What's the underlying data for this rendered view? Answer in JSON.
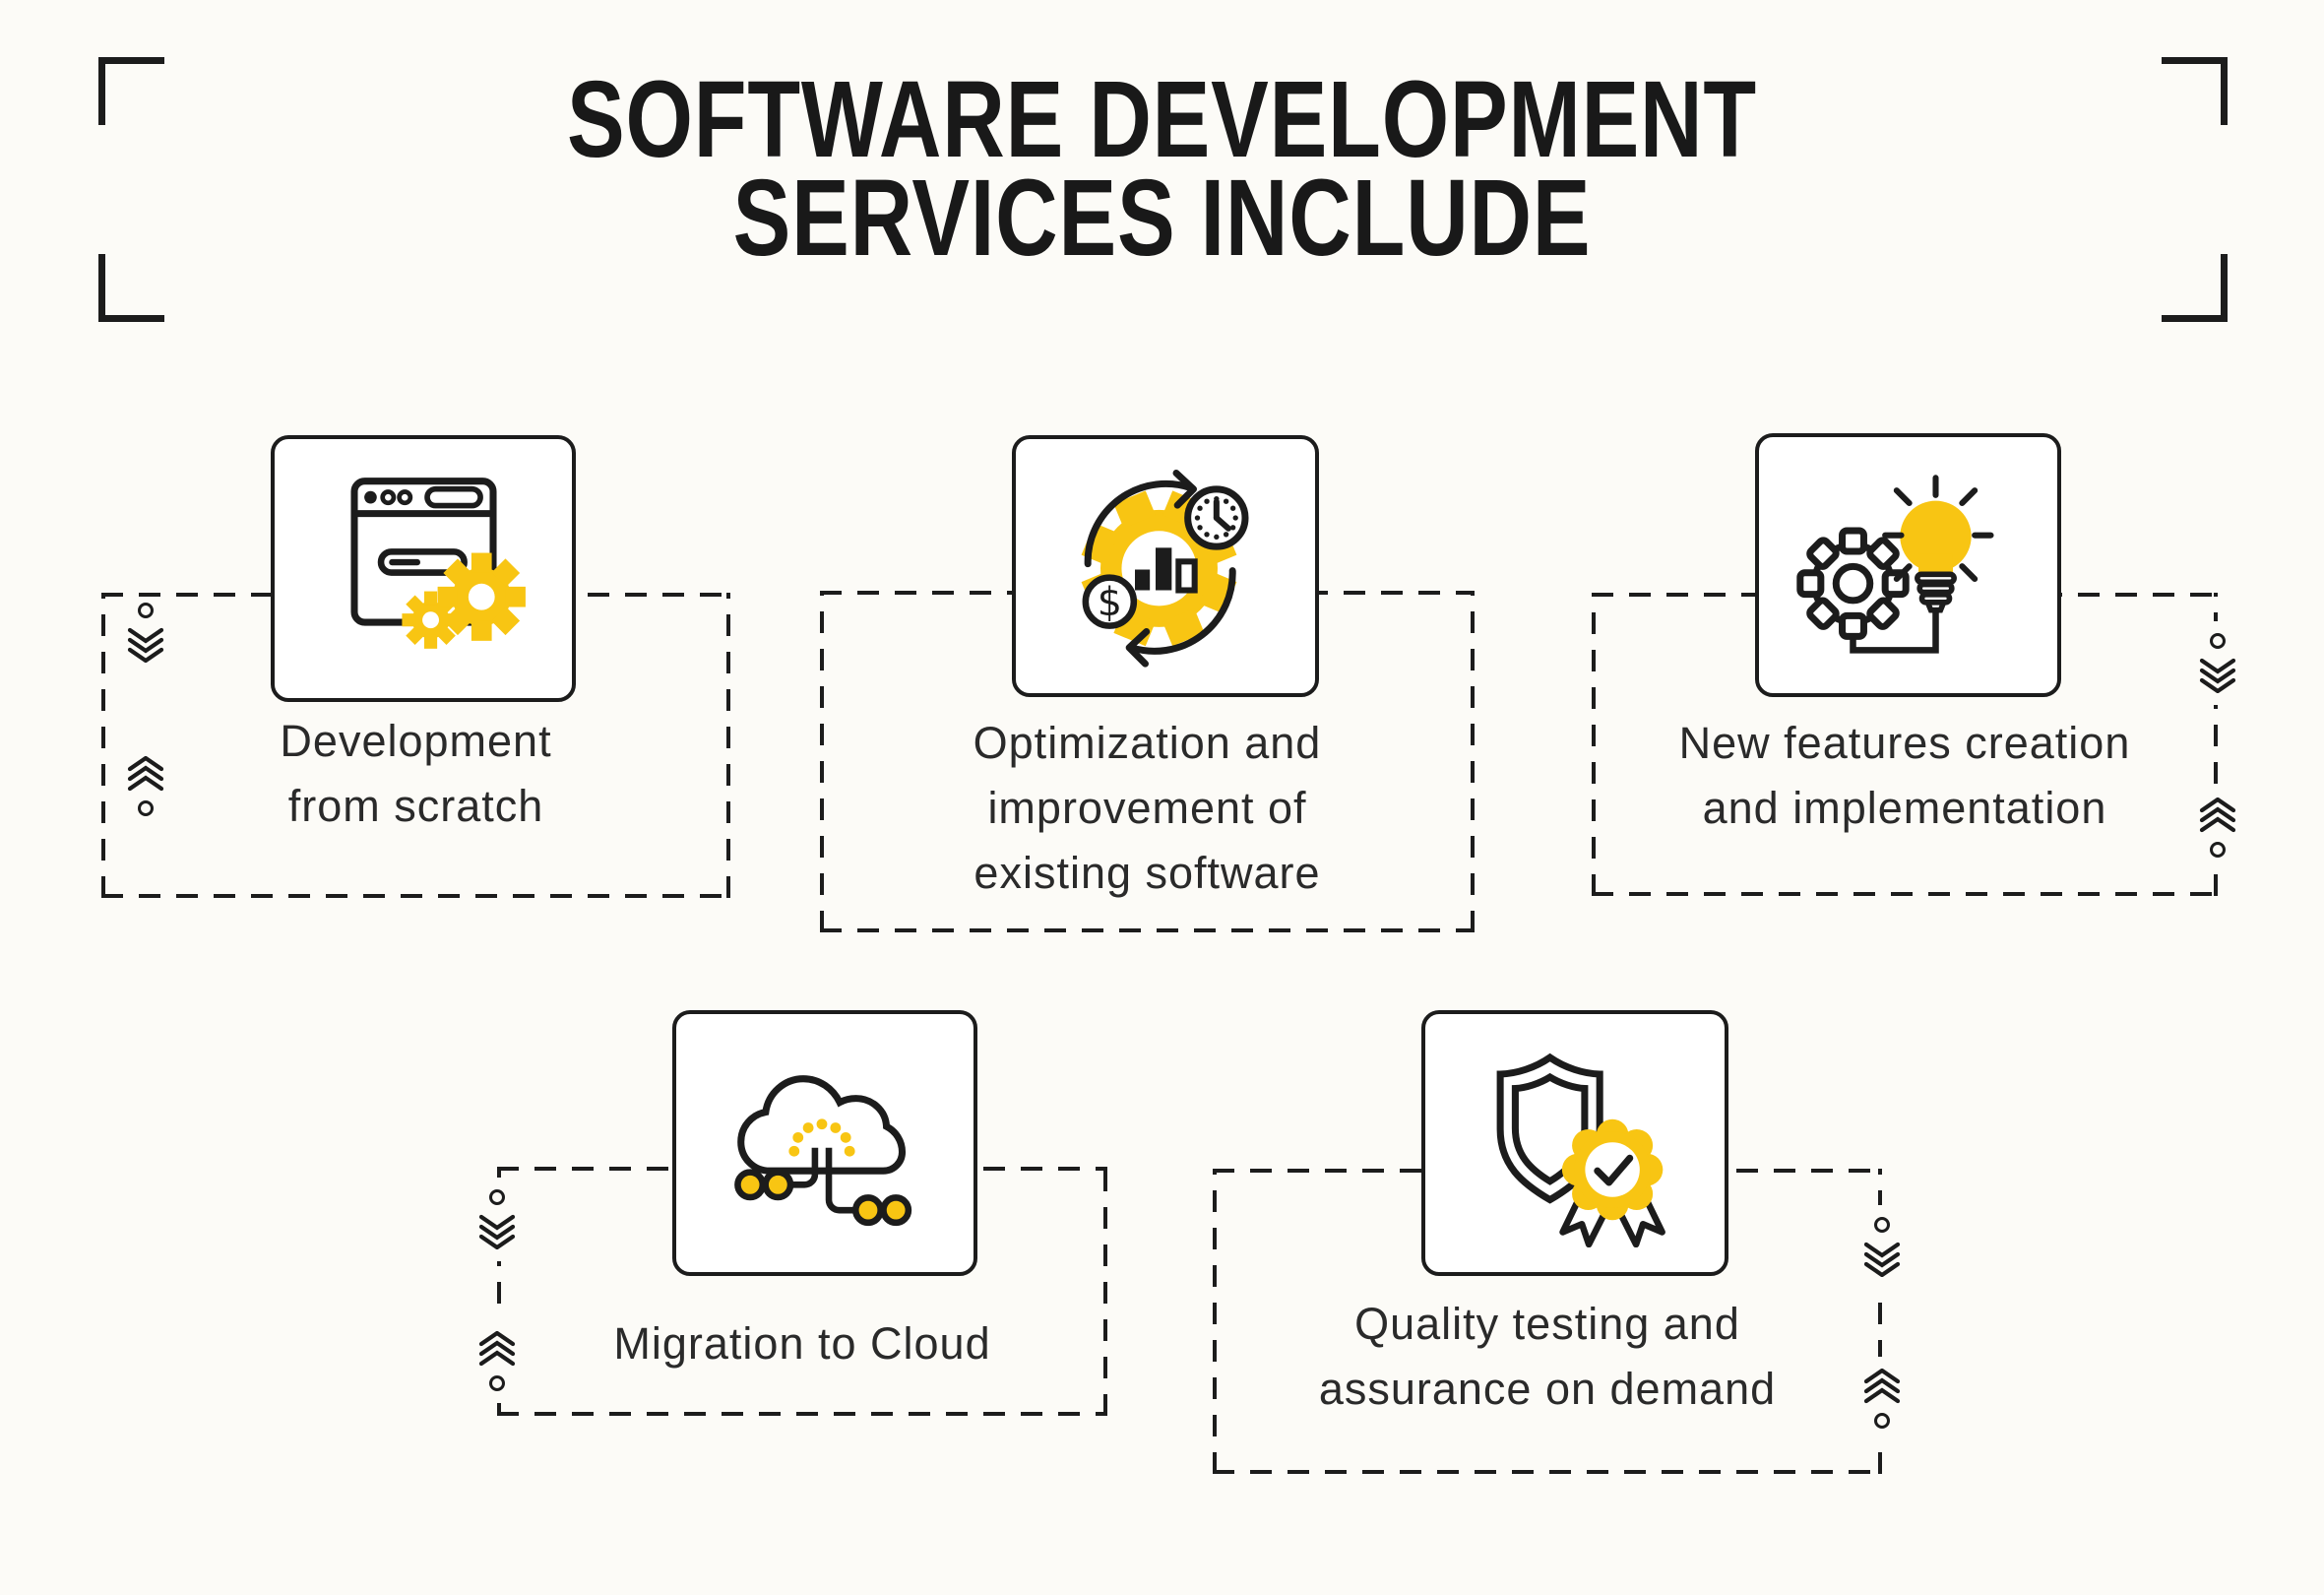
{
  "page": {
    "background": "#fcfbf7",
    "accent_yellow": "#f8c513",
    "line_color": "#1c1c1c",
    "text_color": "#2a2a2a"
  },
  "title": {
    "line1": "SOFTWARE DEVELOPMENT",
    "line2": "SERVICES INCLUDE"
  },
  "services": [
    {
      "id": "development-from-scratch",
      "icon": "browser-gears-icon",
      "label_lines": [
        "Development",
        "from scratch"
      ]
    },
    {
      "id": "optimization-improvement",
      "icon": "process-cycle-icon",
      "label_lines": [
        "Optimization and",
        "improvement of",
        "existing software"
      ]
    },
    {
      "id": "new-features",
      "icon": "gear-lightbulb-icon",
      "label_lines": [
        "New features creation",
        "and implementation"
      ]
    },
    {
      "id": "migration-to-cloud",
      "icon": "cloud-network-icon",
      "label_lines": [
        "Migration to Cloud"
      ]
    },
    {
      "id": "quality-testing",
      "icon": "shield-badge-icon",
      "label_lines": [
        "Quality testing and",
        "assurance on demand"
      ]
    }
  ]
}
